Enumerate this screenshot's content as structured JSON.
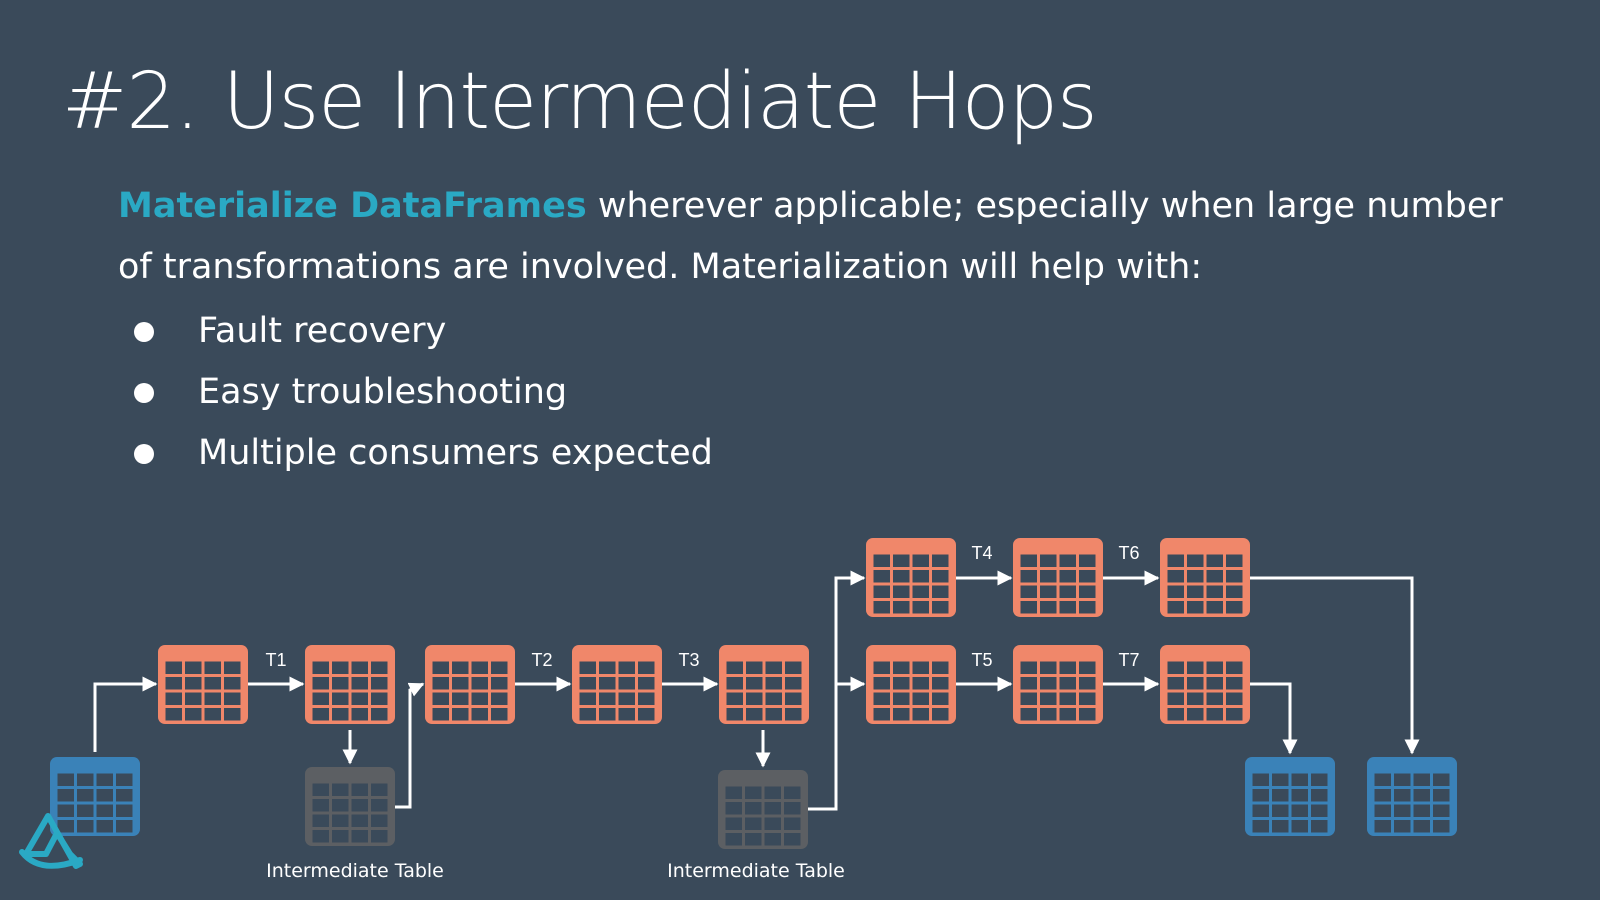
{
  "slide": {
    "title": "#2. Use Intermediate Hops",
    "intro_highlight": "Materialize DataFrames",
    "intro_rest": " wherever applicable; especially when large number of transformations are involved. Materialization will help with:",
    "bullets": [
      "Fault recovery",
      "Easy troubleshooting",
      "Multiple consumers expected"
    ]
  },
  "diagram": {
    "transform_labels": [
      "T1",
      "T2",
      "T3",
      "T4",
      "T5",
      "T6",
      "T7"
    ],
    "intermediate_caption_1": "Intermediate Table",
    "intermediate_caption_2": "Intermediate Table",
    "colors": {
      "dataframe": "#f0876a",
      "source_table": "#3a82b8",
      "intermediate_table": "#5c5f63",
      "arrow": "#ffffff",
      "highlight": "#2aa9c4",
      "background": "#3a4a5a"
    }
  },
  "logo": {
    "icon": "triangle-wave-logo-icon"
  }
}
